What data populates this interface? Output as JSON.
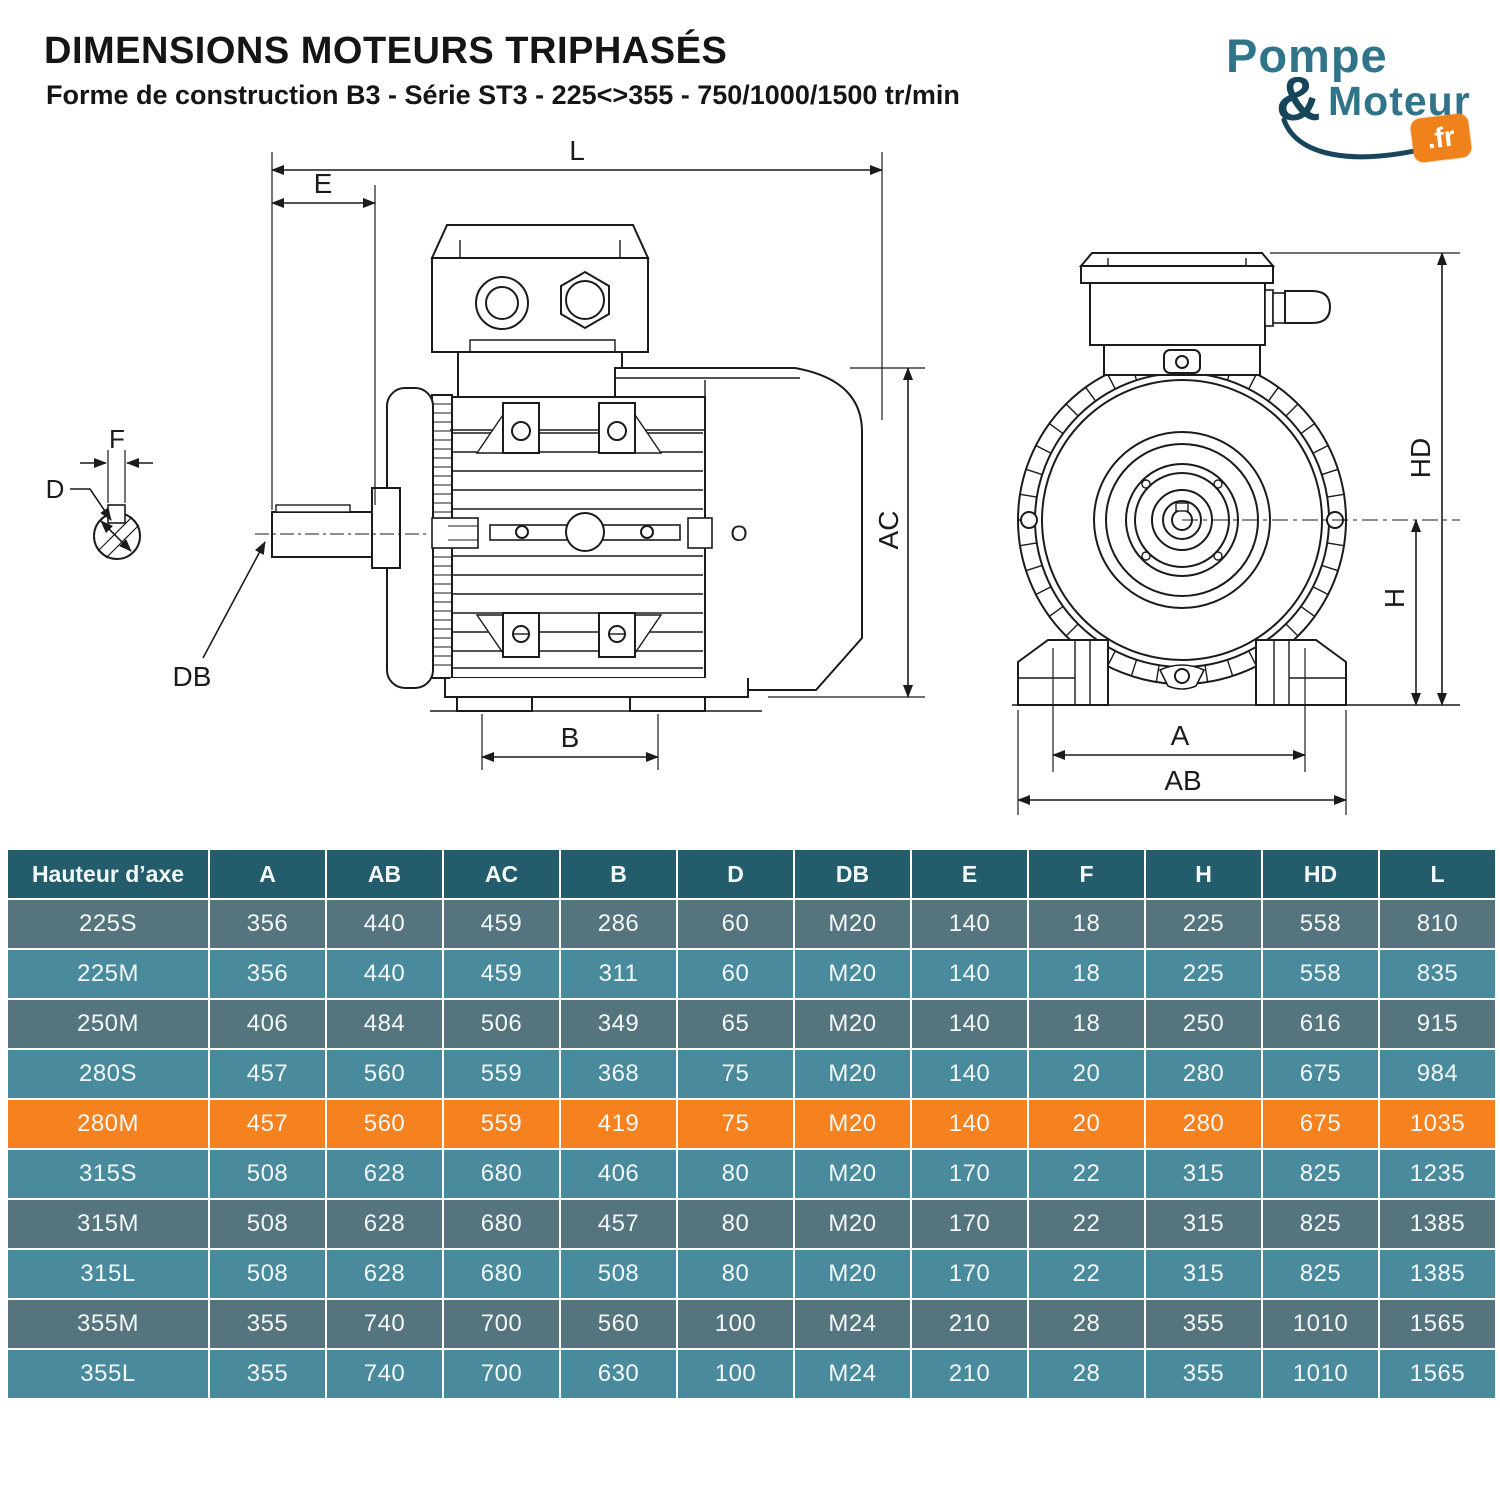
{
  "header": {
    "title": "DIMENSIONS MOTEURS TRIPHASÉS",
    "subtitle": "Forme de construction B3 - Série ST3 - 225<>355 - 750/1000/1500 tr/min"
  },
  "logo": {
    "pompe": "Pompe",
    "amp": "&",
    "moteur": "Moteur",
    "fr": ".fr",
    "colors": {
      "teal": "#2F7488",
      "dark": "#17455A",
      "orange": "#F0821C"
    }
  },
  "diagram": {
    "side": {
      "L": "L",
      "E": "E",
      "F": "F",
      "D": "D",
      "DB": "DB",
      "B": "B",
      "AC": "AC",
      "O": "O"
    },
    "front": {
      "HD": "HD",
      "H": "H",
      "A": "A",
      "AB": "AB"
    }
  },
  "table": {
    "columns": [
      "Hauteur d’axe",
      "A",
      "AB",
      "AC",
      "B",
      "D",
      "DB",
      "E",
      "F",
      "H",
      "HD",
      "L"
    ],
    "colors": {
      "header": "#235C6B",
      "row_muted": "#55747E",
      "row_bright": "#498A9D",
      "row_highlight": "#F5821F",
      "border": "#FFFFFF"
    },
    "highlighted_model": "280M",
    "rows": [
      {
        "model": "225S",
        "style": "muted",
        "values": [
          "356",
          "440",
          "459",
          "286",
          "60",
          "M20",
          "140",
          "18",
          "225",
          "558",
          "810"
        ]
      },
      {
        "model": "225M",
        "style": "bright",
        "values": [
          "356",
          "440",
          "459",
          "311",
          "60",
          "M20",
          "140",
          "18",
          "225",
          "558",
          "835"
        ]
      },
      {
        "model": "250M",
        "style": "muted",
        "values": [
          "406",
          "484",
          "506",
          "349",
          "65",
          "M20",
          "140",
          "18",
          "250",
          "616",
          "915"
        ]
      },
      {
        "model": "280S",
        "style": "bright",
        "values": [
          "457",
          "560",
          "559",
          "368",
          "75",
          "M20",
          "140",
          "20",
          "280",
          "675",
          "984"
        ]
      },
      {
        "model": "280M",
        "style": "highlight",
        "values": [
          "457",
          "560",
          "559",
          "419",
          "75",
          "M20",
          "140",
          "20",
          "280",
          "675",
          "1035"
        ]
      },
      {
        "model": "315S",
        "style": "bright",
        "values": [
          "508",
          "628",
          "680",
          "406",
          "80",
          "M20",
          "170",
          "22",
          "315",
          "825",
          "1235"
        ]
      },
      {
        "model": "315M",
        "style": "muted",
        "values": [
          "508",
          "628",
          "680",
          "457",
          "80",
          "M20",
          "170",
          "22",
          "315",
          "825",
          "1385"
        ]
      },
      {
        "model": "315L",
        "style": "bright",
        "values": [
          "508",
          "628",
          "680",
          "508",
          "80",
          "M20",
          "170",
          "22",
          "315",
          "825",
          "1385"
        ]
      },
      {
        "model": "355M",
        "style": "muted",
        "values": [
          "355",
          "740",
          "700",
          "560",
          "100",
          "M24",
          "210",
          "28",
          "355",
          "1010",
          "1565"
        ]
      },
      {
        "model": "355L",
        "style": "bright",
        "values": [
          "355",
          "740",
          "700",
          "630",
          "100",
          "M24",
          "210",
          "28",
          "355",
          "1010",
          "1565"
        ]
      }
    ]
  }
}
